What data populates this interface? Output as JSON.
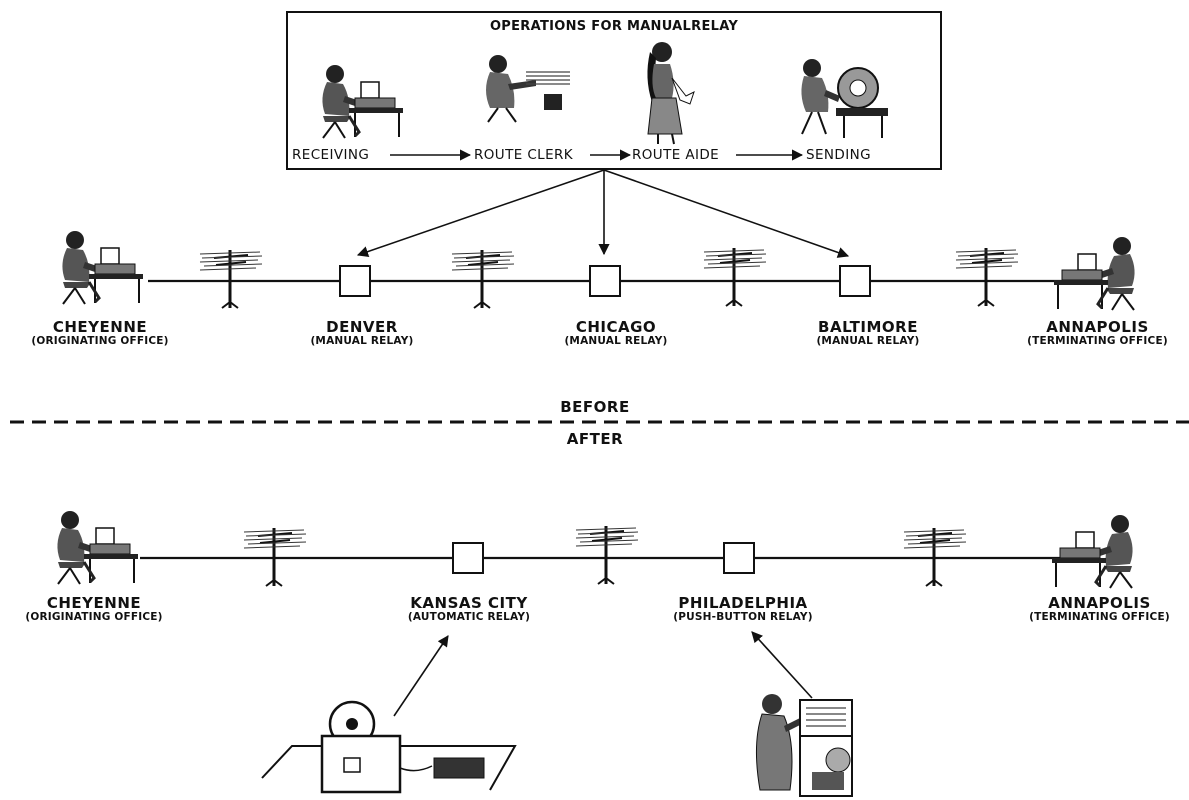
{
  "operations": {
    "title": "OPERATIONS FOR MANUALRELAY",
    "steps": [
      "RECEIVING",
      "ROUTE CLERK",
      "ROUTE AIDE",
      "SENDING"
    ]
  },
  "before": {
    "label": "BEFORE",
    "stations": [
      {
        "name": "CHEYENNE",
        "sub": "(ORIGINATING OFFICE)"
      },
      {
        "name": "DENVER",
        "sub": "(MANUAL RELAY)"
      },
      {
        "name": "CHICAGO",
        "sub": "(MANUAL RELAY)"
      },
      {
        "name": "BALTIMORE",
        "sub": "(MANUAL RELAY)"
      },
      {
        "name": "ANNAPOLIS",
        "sub": "(TERMINATING OFFICE)"
      }
    ]
  },
  "after": {
    "label": "AFTER",
    "stations": [
      {
        "name": "CHEYENNE",
        "sub": "(ORIGINATING OFFICE)"
      },
      {
        "name": "KANSAS CITY",
        "sub": "(AUTOMATIC RELAY)"
      },
      {
        "name": "PHILADELPHIA",
        "sub": "(PUSH-BUTTON RELAY)"
      },
      {
        "name": "ANNAPOLIS",
        "sub": "(TERMINATING OFFICE)"
      }
    ]
  },
  "icons": [
    "operator-at-teletype-icon",
    "telegraph-pole-icon",
    "relay-station-box-icon",
    "route-clerk-icon",
    "route-aide-icon",
    "sending-operator-icon",
    "automatic-relay-machine-icon",
    "push-button-relay-operator-icon"
  ]
}
